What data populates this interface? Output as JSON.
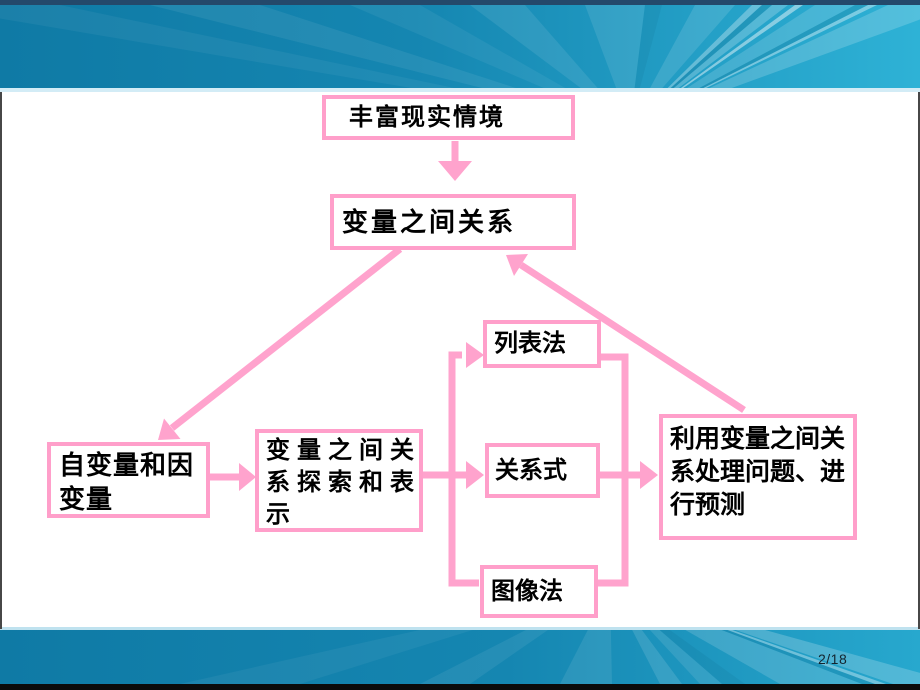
{
  "slide": {
    "page_indicator": "2/18",
    "theme": {
      "accent_pink": "#FF9FCA",
      "bar_teal_dark": "#0F7AA5",
      "bar_teal_light": "#2EB2D6",
      "top_edge_navy": "#24496B",
      "bottom_edge_black": "#0B0B0B",
      "box_fill": "#FFFFFF",
      "text_color": "#000000"
    }
  },
  "diagram": {
    "boxes": {
      "context": {
        "label": "丰富现实情境"
      },
      "relation": {
        "label": "变量之间关系"
      },
      "variables": {
        "lines": [
          "自变量和因",
          "变量"
        ]
      },
      "explore": {
        "lines": [
          "变量之间关",
          "系探索和表",
          "示"
        ]
      },
      "list_method": {
        "label": "列表法"
      },
      "formula": {
        "label": "关系式"
      },
      "graph_method": {
        "label": "图像法"
      },
      "apply": {
        "lines": [
          "利用变量之间关",
          "系处理问题、进",
          "行预测"
        ]
      }
    }
  }
}
